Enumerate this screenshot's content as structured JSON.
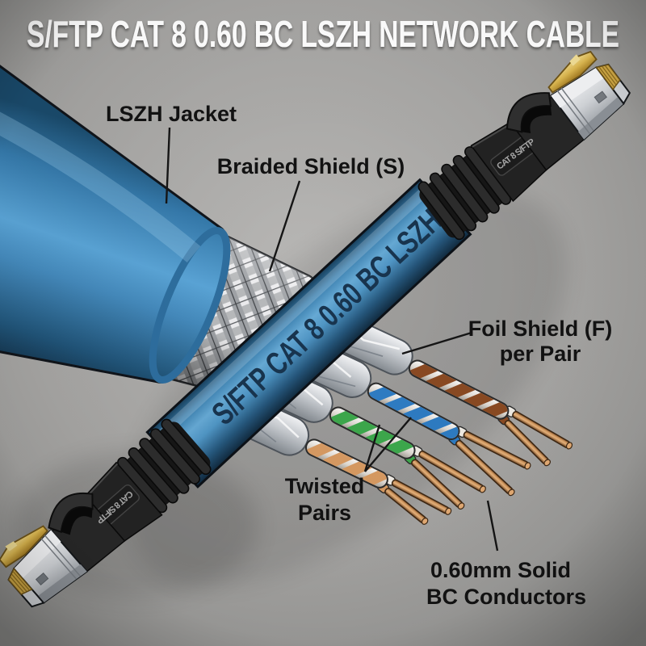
{
  "title": "S/FTP CAT 8 0.60 BC LSZH NETWORK CABLE",
  "cable": {
    "print_text": "S/FTP CAT 8 0.60 BC LSZH"
  },
  "connector": {
    "label": "CAT 8 S/FTP"
  },
  "labels": {
    "jacket": "LSZH Jacket",
    "braided_shield": "Braided Shield (S)",
    "foil_shield_line1": "Foil Shield (F)",
    "foil_shield_line2": "per Pair",
    "twisted_line1": "Twisted",
    "twisted_line2": "Pairs",
    "conductors_line1": "0.60mm Solid",
    "conductors_line2": "BC Conductors"
  },
  "colors": {
    "background": "#a5a4a2",
    "jacket_blue": "#4a8fc2",
    "print_navy": "#18344e",
    "title_text": "#ffffff",
    "label_text": "#121212",
    "copper": "#c08655",
    "gold": "#d8b54e",
    "boot_black": "#262626",
    "foil_silver": "#c9cdd2",
    "pair_brown": "#8a4a22",
    "pair_blue": "#2e7cc3",
    "pair_green": "#3da84c",
    "pair_orange": "#d79a62",
    "wire_white": "#f2efe9"
  }
}
